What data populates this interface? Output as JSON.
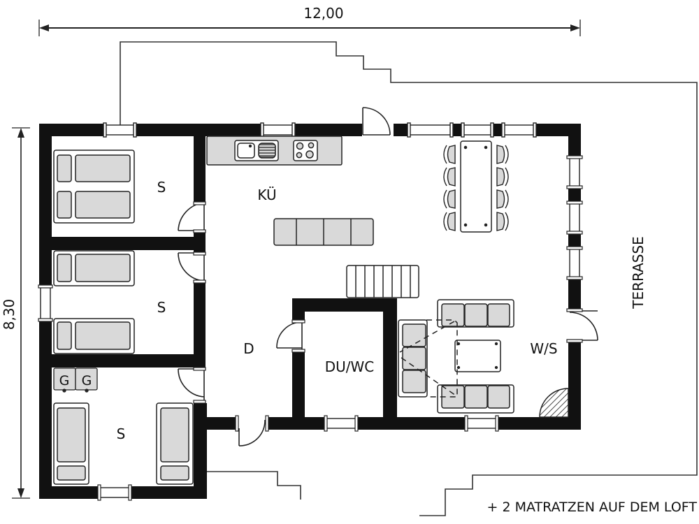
{
  "dimensions": {
    "width_label": "12,00",
    "height_label": "8,30"
  },
  "rooms": {
    "bedroom_1": "S",
    "bedroom_2": "S",
    "bedroom_3": "S",
    "kitchen": "KÜ",
    "hallway": "D",
    "bathroom": "DU/WC",
    "living": "W/S",
    "terrace": "TERRASSE"
  },
  "fixtures": {
    "appliance_1": "G",
    "appliance_2": "G"
  },
  "note": "+ 2 MATRATZEN AUF DEM LOFT",
  "colors": {
    "wall": "#111111",
    "furniture_fill": "#d9d9d9",
    "line": "#222222",
    "background": "#ffffff"
  }
}
